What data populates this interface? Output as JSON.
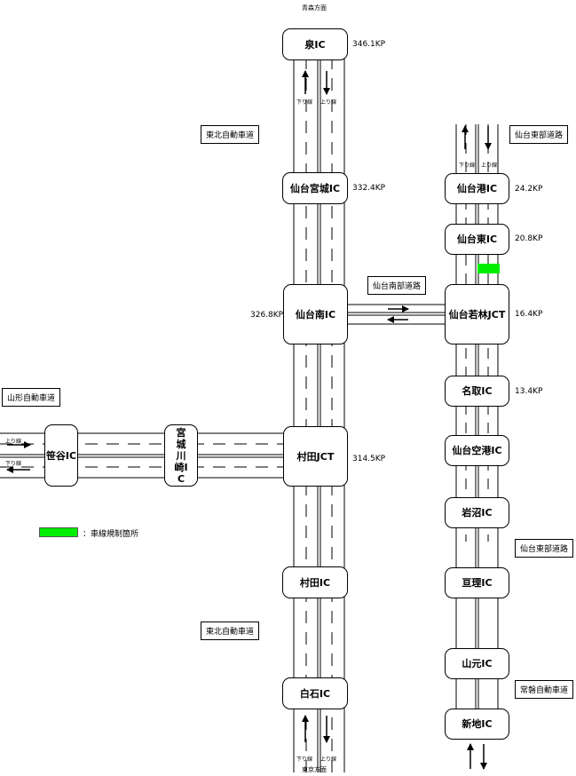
{
  "directions": {
    "north": "青森方面",
    "south": "東京方面"
  },
  "roads": {
    "tohoku_top": "東北自動車道",
    "tohoku_bottom": "東北自動車道",
    "sendai_nanbu": "仙台南部道路",
    "sendai_tobu_top": "仙台東部道路",
    "sendai_tobu_mid": "仙台東部道路",
    "joban": "常磐自動車道",
    "yamagata": "山形自動車道"
  },
  "lane_labels": {
    "down": "下り線",
    "up": "上り線"
  },
  "interchanges": {
    "izumi": {
      "name": "泉IC",
      "kp": "346.1KP"
    },
    "sendai_miyagi": {
      "name": "仙台宮城IC",
      "kp": "332.4KP"
    },
    "sendai_minami": {
      "name": "仙台南IC",
      "kp": "326.8KP"
    },
    "murata_jct": {
      "name": "村田JCT",
      "kp": "314.5KP"
    },
    "murata": {
      "name": "村田IC"
    },
    "shiroishi": {
      "name": "白石IC"
    },
    "sendai_ko": {
      "name": "仙台港IC",
      "kp": "24.2KP"
    },
    "sendai_higashi": {
      "name": "仙台東IC",
      "kp": "20.8KP"
    },
    "sendai_wakabayashi": {
      "name": "仙台若林JCT",
      "kp": "16.4KP"
    },
    "natori": {
      "name": "名取IC",
      "kp": "13.4KP"
    },
    "sendai_kuko": {
      "name": "仙台空港IC"
    },
    "iwanuma": {
      "name": "岩沼IC"
    },
    "watari": {
      "name": "亘理IC"
    },
    "yamamoto": {
      "name": "山元IC"
    },
    "shinchi": {
      "name": "新地IC"
    },
    "sasaya": {
      "name": "笹谷IC"
    },
    "miyagi_kawasaki": {
      "name": "宮城川崎IC"
    }
  },
  "legend": {
    "text": "：車線規制箇所",
    "color": "#00ee00"
  }
}
